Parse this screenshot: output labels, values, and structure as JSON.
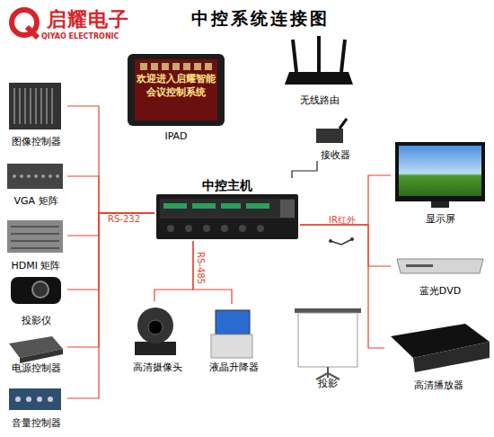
{
  "diagram": {
    "title": "中控系统连接图",
    "nodes": [
      {
        "text": [
          "欢迎进入启耀智能 会议控制系统",
          "IPAD"
        ]
      },
      {
        "text": [
          "无线路由"
        ]
      },
      {
        "text": [
          "接收器"
        ]
      },
      {
        "text": [
          "中控主机"
        ]
      },
      {
        "text": [
          "图像控制器"
        ]
      },
      {
        "text": [
          "VGA 矩阵"
        ]
      },
      {
        "text": [
          "HDMI 矩阵"
        ]
      },
      {
        "text": [
          "投影仪"
        ]
      },
      {
        "text": [
          "电源控制器"
        ]
      },
      {
        "text": [
          "音量控制器"
        ]
      },
      {
        "text": [
          "显示屏"
        ]
      },
      {
        "text": [
          "蓝光DVD"
        ]
      },
      {
        "text": [
          "高清摄像头"
        ]
      },
      {
        "text": [
          "液晶升降器"
        ]
      },
      {
        "text": [
          "投影"
        ]
      },
      {
        "text": [
          "高清播放器"
        ]
      }
    ],
    "edges": [
      {
        "from": 3,
        "to": 4,
        "arrow": "none",
        "label": "RS-232"
      },
      {
        "from": 3,
        "to": 5,
        "arrow": "none"
      },
      {
        "from": 3,
        "to": 6,
        "arrow": "none"
      },
      {
        "from": 3,
        "to": 7,
        "arrow": "none"
      },
      {
        "from": 3,
        "to": 8,
        "arrow": "none"
      },
      {
        "from": 3,
        "to": 9,
        "arrow": "none"
      },
      {
        "from": 3,
        "to": 10,
        "arrow": "none",
        "label": "IR红外"
      },
      {
        "from": 3,
        "to": 11,
        "arrow": "none"
      },
      {
        "from": 3,
        "to": 15,
        "arrow": "none"
      },
      {
        "from": 3,
        "to": 12,
        "arrow": "none",
        "label": "RS-485"
      },
      {
        "from": 3,
        "to": 13,
        "arrow": "none"
      },
      {
        "from": 2,
        "to": 3,
        "arrow": "none"
      }
    ],
    "labels": [
      "启耀电子",
      "QIYAO ELECTRONIC"
    ]
  }
}
